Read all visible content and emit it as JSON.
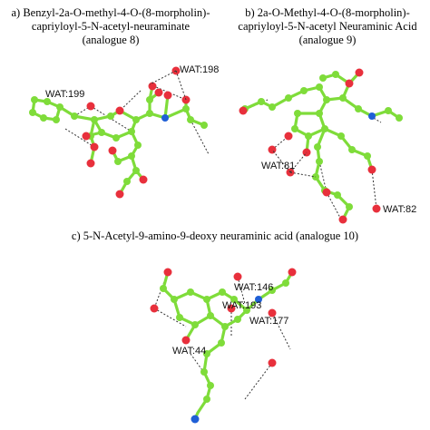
{
  "captions": {
    "a": {
      "line1": "a) Benzyl-2a-O-methyl-4-O-(8-morpholin)-",
      "line2": "capriyloyl-5-N-acetyl-neuraminate",
      "line3": "(analogue 8)"
    },
    "b": {
      "line1": "b)  2a-O-Methyl-4-O-(8-morpholin)-",
      "line2": "capriyloyl-5-N-acetyl Neuraminic Acid",
      "line3": "(analogue 9)"
    },
    "c": {
      "line1": "c) 5-N-Acetyl-9-amino-9-deoxy neuraminic acid (analogue 10)"
    }
  },
  "water_labels": {
    "a": [
      "WAT:198",
      "WAT:199"
    ],
    "b": [
      "WAT:81",
      "WAT:82"
    ],
    "c": [
      "WAT:146",
      "WAT:193",
      "WAT:177",
      "WAT:44"
    ]
  },
  "colors": {
    "carbon": "#7fdc3a",
    "oxygen": "#e8303c",
    "nitrogen": "#1f5fd6",
    "hbond": "#333333",
    "label": "#111111"
  }
}
